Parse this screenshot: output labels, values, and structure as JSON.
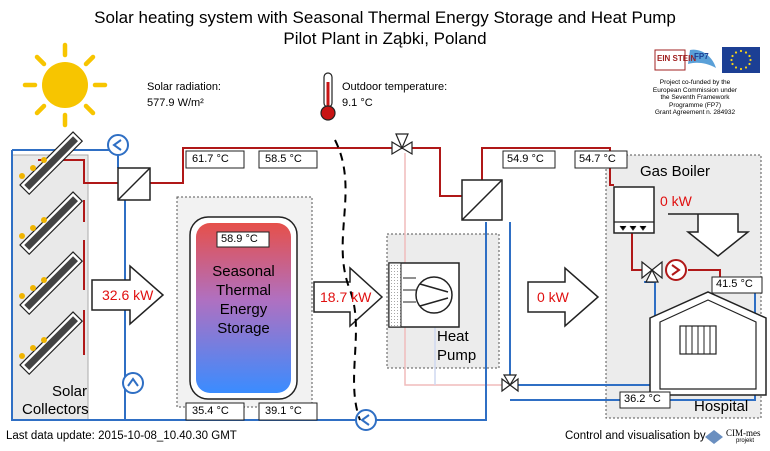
{
  "title": {
    "line1": "Solar heating system with Seasonal Thermal Energy Storage and Heat Pump",
    "line2": "Pilot Plant in Ząbki, Poland"
  },
  "solar_radiation": {
    "label": "Solar radiation:",
    "value": "577.9 W/m²"
  },
  "outdoor_temperature": {
    "label": "Outdoor temperature:",
    "value": "9.1 °C"
  },
  "eu_note": {
    "line1": "Project co-funded by the",
    "line2": "European Commission under",
    "line3": "the Seventh Framework",
    "line4": "Programme (FP7)",
    "line5": "Grant Agreement n. 284932"
  },
  "logos": {
    "einstein": "EIN STEIN",
    "fp7": "FP7"
  },
  "temperatures": {
    "t_collector_hx_out": "61.7 °C",
    "t_storage_in": "58.5 °C",
    "t_storage_top": "58.9 °C",
    "t_storage_bottom_1": "35.4 °C",
    "t_storage_bottom_2": "39.1 °C",
    "t_hp_out_1": "54.9 °C",
    "t_hp_out_2": "54.7 °C",
    "t_hospital_supply": "41.5 °C",
    "t_hospital_return": "36.2 °C"
  },
  "powers": {
    "solar": "32.6 kW",
    "storage_to_hp": "18.7 kW",
    "hp_to_hospital": "0 kW",
    "gas_boiler": "0 kW"
  },
  "labels": {
    "storage_l1": "Seasonal",
    "storage_l2": "Thermal",
    "storage_l3": "Energy",
    "storage_l4": "Storage",
    "heat_pump_l1": "Heat",
    "heat_pump_l2": "Pump",
    "gas_boiler": "Gas Boiler",
    "hospital": "Hospital",
    "solar_l1": "Solar",
    "solar_l2": "Collectors"
  },
  "footer": {
    "last_update": "Last data update: 2015-10-08_10.40.30 GMT",
    "control": "Control and visualisation by",
    "cim": "CIM-mes",
    "cim_sub": "projekt"
  },
  "colors": {
    "hot_pipe": "#b01818",
    "cold_pipe": "#2f6fc4",
    "power_text": "#e01010",
    "storage_top": "#e05050",
    "storage_bottom": "#3a8cff",
    "sun": "#f7c500"
  },
  "icons": [
    "sun-icon",
    "thermometer-icon",
    "pump-icon",
    "valve-icon",
    "heat-exchanger-icon",
    "flow-arrow-icon",
    "radiator-icon",
    "house-icon",
    "eu-flag-icon"
  ]
}
